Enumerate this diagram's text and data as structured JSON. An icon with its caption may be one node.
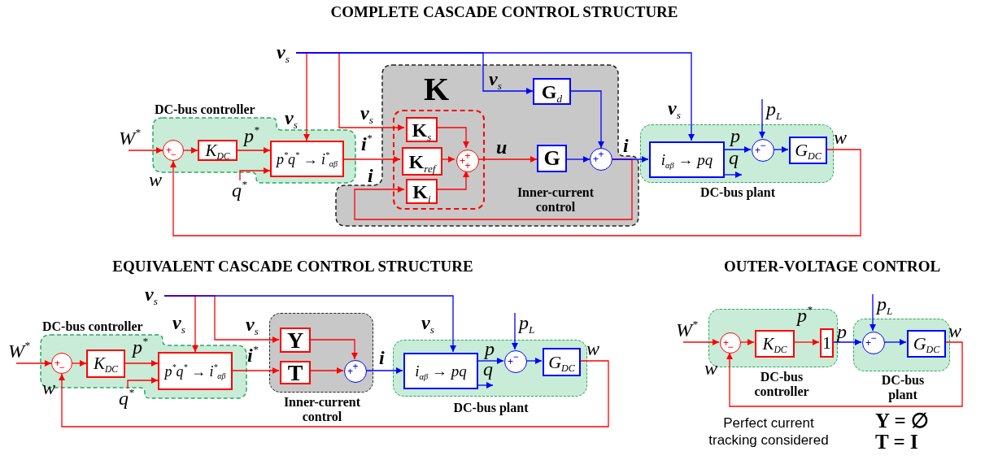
{
  "diagram": {
    "title": "COMPLETE CASCADE CONTROL STRUCTURE",
    "nodes": [
      {
        "text": [
          "**v**$_{s}$"
        ]
      },
      {
        "text": [
          "W$^{*}$"
        ]
      },
      {
        "text": [
          "DC-bus controller"
        ]
      },
      {
        "text": [
          "+",
          "−"
        ],
        "in": 2
      },
      {
        "text": [
          "K$_{DC}$"
        ],
        "in": 2
      },
      {
        "text": [
          "p$^{*}$q$^{*}$ → i$^{*}$$_{αβ}$"
        ],
        "in": 2
      },
      {
        "text": [
          "q$^{*}$"
        ]
      },
      {
        "text": [
          "K",
          "Inner-current control"
        ]
      },
      {
        "text": [],
        "shape": "box",
        "in": 7
      },
      {
        "text": [
          "**K**$_{s}$"
        ],
        "in": 8
      },
      {
        "text": [
          "**K**$_{ref}$"
        ],
        "in": 8
      },
      {
        "text": [
          "**K**$_{i}$"
        ],
        "in": 8
      },
      {
        "text": [
          "+",
          "+",
          "+"
        ],
        "in": 8
      },
      {
        "text": [
          "**G**$_{d}$"
        ],
        "in": 7
      },
      {
        "text": [
          "G"
        ],
        "in": 7
      },
      {
        "text": [
          "+",
          "+"
        ],
        "in": 7
      },
      {
        "text": [
          "DC-bus plant"
        ]
      },
      {
        "text": [
          "i$_{αβ}$ → pq"
        ],
        "in": 16
      },
      {
        "text": [
          "p$_{L}$"
        ]
      },
      {
        "text": [
          "+",
          "−"
        ],
        "in": 16
      },
      {
        "text": [
          "G$_{DC}$"
        ],
        "in": 16,
        "beside": [
          "w"
        ]
      },
      {
        "text": [
          "**v**$_{s}$"
        ]
      },
      {
        "text": [
          "W$^{*}$"
        ]
      },
      {
        "text": [
          "DC-bus controller"
        ]
      },
      {
        "text": [
          "+",
          "−"
        ],
        "in": 23
      },
      {
        "text": [
          "K$_{DC}$"
        ],
        "in": 23
      },
      {
        "text": [
          "p$^{*}$q$^{*}$ → i$^{*}$$_{αβ}$"
        ],
        "in": 23
      },
      {
        "text": [
          "q$^{*}$"
        ]
      },
      {
        "text": [
          "Inner-current control"
        ]
      },
      {
        "text": [
          "Y"
        ],
        "in": 28
      },
      {
        "text": [
          "T"
        ],
        "in": 28
      },
      {
        "text": [
          "+",
          "+"
        ],
        "in": 28
      },
      {
        "text": [
          "DC-bus plant"
        ]
      },
      {
        "text": [
          "i$_{αβ}$ → pq"
        ],
        "in": 32
      },
      {
        "text": [
          "p$_{L}$"
        ]
      },
      {
        "text": [
          "+",
          "−"
        ],
        "in": 32
      },
      {
        "text": [
          "G$_{DC}$"
        ],
        "in": 32,
        "beside": [
          "w"
        ]
      },
      {
        "text": [
          "W$^{*}$"
        ]
      },
      {
        "text": [
          "DC-bus controller"
        ]
      },
      {
        "text": [
          "+",
          "−"
        ],
        "in": 38
      },
      {
        "text": [
          "K$_{DC}$"
        ],
        "in": 38
      },
      {
        "text": [
          "1"
        ],
        "in": 38
      },
      {
        "text": [
          "DC-bus plant"
        ]
      },
      {
        "text": [
          "p$_{L}$"
        ]
      },
      {
        "text": [
          "+",
          "−"
        ],
        "in": 42
      },
      {
        "text": [
          "G$_{DC}$"
        ],
        "in": 42,
        "beside": [
          "w"
        ]
      }
    ],
    "edges": [
      {
        "from": 1,
        "to": 3,
        "arrow": "to"
      },
      {
        "from": 3,
        "to": 4,
        "arrow": "to"
      },
      {
        "from": 4,
        "to": 5,
        "arrow": "to",
        "label": "p$^{*}$"
      },
      {
        "from": 6,
        "to": 5,
        "arrow": "to"
      },
      {
        "from": 0,
        "to": 5,
        "arrow": "to",
        "label": "**v**$_{s}$"
      },
      {
        "from": 0,
        "to": 9,
        "arrow": "to",
        "label": "**v**$_{s}$"
      },
      {
        "from": 5,
        "to": 10,
        "arrow": "to",
        "label": "**i**$^{*}$"
      },
      {
        "from": 9,
        "to": 12,
        "arrow": "to"
      },
      {
        "from": 10,
        "to": 12,
        "arrow": "to"
      },
      {
        "from": 11,
        "to": 12,
        "arrow": "to"
      },
      {
        "from": 12,
        "to": 14,
        "arrow": "to",
        "label": "u"
      },
      {
        "from": 0,
        "to": 13,
        "arrow": "to",
        "label": "**v**$_{s}$",
        "color": "#0000ff"
      },
      {
        "from": 13,
        "to": 15,
        "arrow": "to",
        "color": "#0000ff"
      },
      {
        "from": 14,
        "to": 15,
        "arrow": "to",
        "color": "#0000ff"
      },
      {
        "from": 15,
        "to": 17,
        "arrow": "to",
        "label": "i",
        "color": "#0000ff"
      },
      {
        "from": 15,
        "to": 11,
        "arrow": "to",
        "label": "i"
      },
      {
        "from": 0,
        "to": 17,
        "arrow": "to",
        "label": "**v**$_{s}$",
        "color": "#0000ff"
      },
      {
        "from": 17,
        "to": 19,
        "arrow": "to",
        "label": "p",
        "color": "#0000ff"
      },
      {
        "from": 17,
        "to": null,
        "arrow": "to",
        "label": "q",
        "color": "#0000ff"
      },
      {
        "from": 18,
        "to": 19,
        "arrow": "to",
        "color": "#0000ff"
      },
      {
        "from": 19,
        "to": 20,
        "arrow": "to",
        "color": "#0000ff"
      },
      {
        "from": 20,
        "to": 3,
        "arrow": "to",
        "label": "w"
      },
      {
        "from": 22,
        "to": 24,
        "arrow": "to"
      },
      {
        "from": 24,
        "to": 25,
        "arrow": "to"
      },
      {
        "from": 25,
        "to": 26,
        "arrow": "to",
        "label": "p$^{*}$"
      },
      {
        "from": 27,
        "to": 26,
        "arrow": "to"
      },
      {
        "from": 21,
        "to": 26,
        "arrow": "to",
        "label": "**v**$_{s}$"
      },
      {
        "from": 21,
        "to": 29,
        "arrow": "to",
        "label": "**v**$_{s}$"
      },
      {
        "from": 26,
        "to": 30,
        "arrow": "to",
        "label": "**i**$^{*}$"
      },
      {
        "from": 29,
        "to": 31,
        "arrow": "to"
      },
      {
        "from": 30,
        "to": 31,
        "arrow": "to"
      },
      {
        "from": 31,
        "to": 33,
        "arrow": "to",
        "label": "i",
        "color": "#0000ff"
      },
      {
        "from": 21,
        "to": 33,
        "arrow": "to",
        "label": "**v**$_{s}$",
        "color": "#0000ff"
      },
      {
        "from": 33,
        "to": 35,
        "arrow": "to",
        "label": "p",
        "color": "#0000ff"
      },
      {
        "from": 33,
        "to": null,
        "arrow": "to",
        "label": "q",
        "color": "#0000ff"
      },
      {
        "from": 34,
        "to": 35,
        "arrow": "to",
        "color": "#0000ff"
      },
      {
        "from": 35,
        "to": 36,
        "arrow": "to",
        "color": "#0000ff"
      },
      {
        "from": 36,
        "to": 24,
        "arrow": "to",
        "label": "w"
      },
      {
        "from": 37,
        "to": 39,
        "arrow": "to"
      },
      {
        "from": 39,
        "to": 40,
        "arrow": "to"
      },
      {
        "from": 40,
        "to": 41,
        "arrow": "to",
        "label": "p$^{*}$"
      },
      {
        "from": 41,
        "to": 44,
        "arrow": "to",
        "label": "p",
        "color": "#0000ff"
      },
      {
        "from": 43,
        "to": 44,
        "arrow": "to",
        "color": "#0000ff"
      },
      {
        "from": 44,
        "to": 45,
        "arrow": "to",
        "color": "#0000ff"
      },
      {
        "from": 45,
        "to": 39,
        "arrow": "to",
        "label": "w"
      }
    ],
    "labels": [
      "EQUIVALENT CASCADE CONTROL STRUCTURE",
      "OUTER-VOLTAGE CONTROL",
      "Perfect current tracking considered",
      "Y = ∅",
      "T = I"
    ]
  }
}
